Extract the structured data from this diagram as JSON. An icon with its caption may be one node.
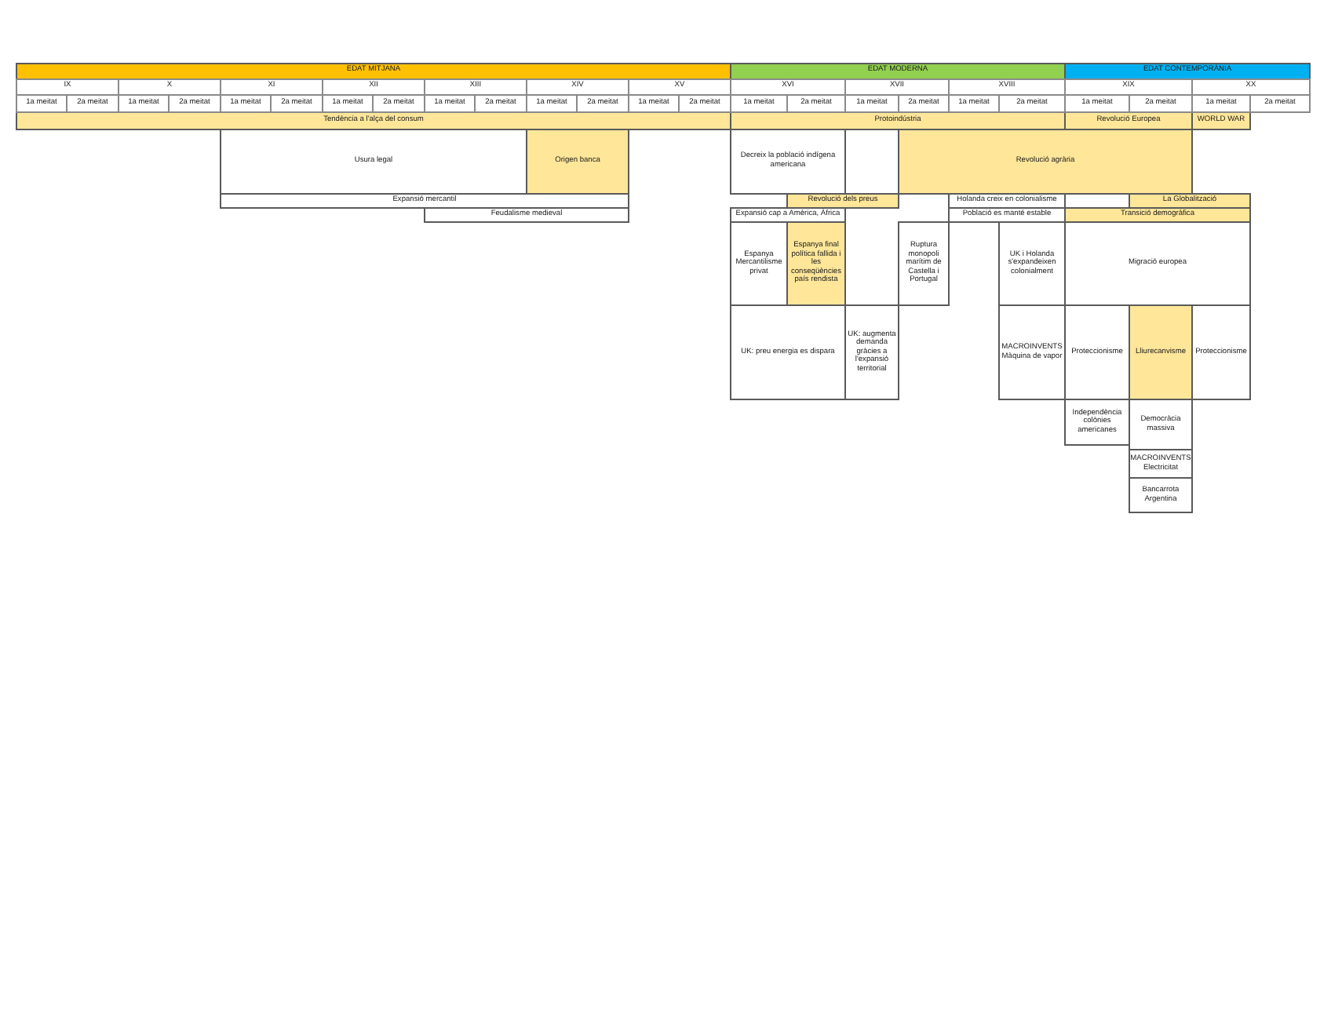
{
  "diagram": {
    "nodes": [
      {
        "text": [
          "EDAT MITJANA"
        ]
      },
      {
        "text": [
          "EDAT MODERNA"
        ]
      },
      {
        "text": [
          "EDAT CONTEMPORÀNIA"
        ]
      },
      {
        "text": [
          "Tendència a l'alça del consum"
        ]
      },
      {
        "text": [
          "Protoindústria"
        ]
      },
      {
        "text": [
          "Revolució Europea"
        ]
      },
      {
        "text": [
          "WORLD WAR"
        ]
      },
      {
        "text": [
          "Usura legal"
        ]
      },
      {
        "text": [
          "Origen banca"
        ]
      },
      {
        "text": [
          "Decreix la població indígena americana"
        ]
      },
      {
        "text": [
          "Revolució agrària"
        ]
      },
      {
        "text": [
          "Expansió mercantil"
        ]
      },
      {
        "text": [
          "Revolució dels preus"
        ]
      },
      {
        "text": [
          "Holanda creix en colonialisme"
        ]
      },
      {
        "text": [
          "La Globalització"
        ]
      },
      {
        "text": [
          "Feudalisme medieval"
        ]
      },
      {
        "text": [
          "Expansió cap a Amèrica, Àfrica"
        ]
      },
      {
        "text": [
          "Població es manté estable"
        ]
      },
      {
        "text": [
          "Transició demogràfica"
        ]
      },
      {
        "text": [
          "Espanya Mercantilisme privat"
        ]
      },
      {
        "text": [
          "Espanya final política fallida i les conseqüències país rendista"
        ]
      },
      {
        "text": [
          "Ruptura monopoli marítim de Castella i Portugal"
        ]
      },
      {
        "text": [
          "UK i Holanda s'expandeixen colonialment"
        ]
      },
      {
        "text": [
          "Migració europea"
        ]
      },
      {
        "text": [
          "UK: preu energia es dispara"
        ]
      },
      {
        "text": [
          "UK: augmenta demanda gràcies a l'expansió territorial"
        ]
      },
      {
        "text": [
          "MACROINVENTS Màquina de vapor"
        ]
      },
      {
        "text": [
          "Proteccionisme"
        ]
      },
      {
        "text": [
          "Lliurecanvisme"
        ]
      },
      {
        "text": [
          "Proteccionisme"
        ]
      },
      {
        "text": [
          "Independència colònies americanes"
        ]
      },
      {
        "text": [
          "Democràcia massiva"
        ]
      },
      {
        "text": [
          "MACROINVENTS Electricitat"
        ]
      },
      {
        "text": [
          "Bancarrota Argentina"
        ]
      }
    ],
    "labels": [
      "IX",
      "X",
      "XI",
      "XII",
      "XIII",
      "XIV",
      "XV",
      "XVI",
      "XVII",
      "XVIII",
      "XIX",
      "XX",
      "1a meitat",
      "2a meitat",
      "1a meitat",
      "2a meitat",
      "1a meitat",
      "2a meitat",
      "1a meitat",
      "2a meitat",
      "1a meitat",
      "2a meitat",
      "1a meitat",
      "2a meitat",
      "1a meitat",
      "2a meitat",
      "1a meitat",
      "2a meitat",
      "1a meitat",
      "2a meitat",
      "1a meitat",
      "2a meitat",
      "1a meitat",
      "2a meitat",
      "1a meitat",
      "2a meitat"
    ]
  }
}
